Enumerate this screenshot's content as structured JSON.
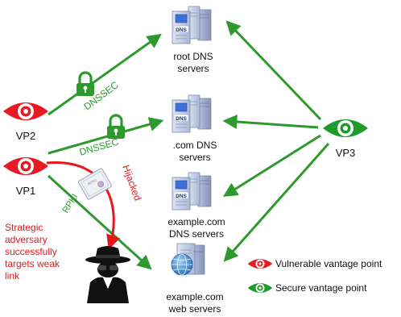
{
  "nodes": {
    "vp1": {
      "label": "VP1",
      "status": "vulnerable"
    },
    "vp2": {
      "label": "VP2",
      "status": "vulnerable"
    },
    "vp3": {
      "label": "VP3",
      "status": "secure"
    },
    "root_dns": {
      "label_line1": "root DNS",
      "label_line2": "servers"
    },
    "com_dns": {
      "label_line1": ".com DNS",
      "label_line2": "servers"
    },
    "example_dns": {
      "label_line1": "example.com",
      "label_line2": "DNS servers"
    },
    "example_web": {
      "label_line1": "example.com",
      "label_line2": "web servers"
    }
  },
  "server_icon_text": "DNS",
  "certificate_text": "RPKI",
  "edge_labels": {
    "dnssec_root": "DNSSEC",
    "dnssec_com": "DNSSEC",
    "rpki": "RPKI",
    "hijacked": "Hijacked"
  },
  "adversary_note": [
    "Strategic",
    "adversary",
    "successfully",
    "targets weak",
    "link"
  ],
  "legend": {
    "vulnerable": "Vulnerable vantage point",
    "secure": "Secure vantage point"
  },
  "colors": {
    "green": "#2e9a2e",
    "red": "#e8161a",
    "eye_green": "#1f9a2c",
    "eye_red": "#e51a22"
  }
}
